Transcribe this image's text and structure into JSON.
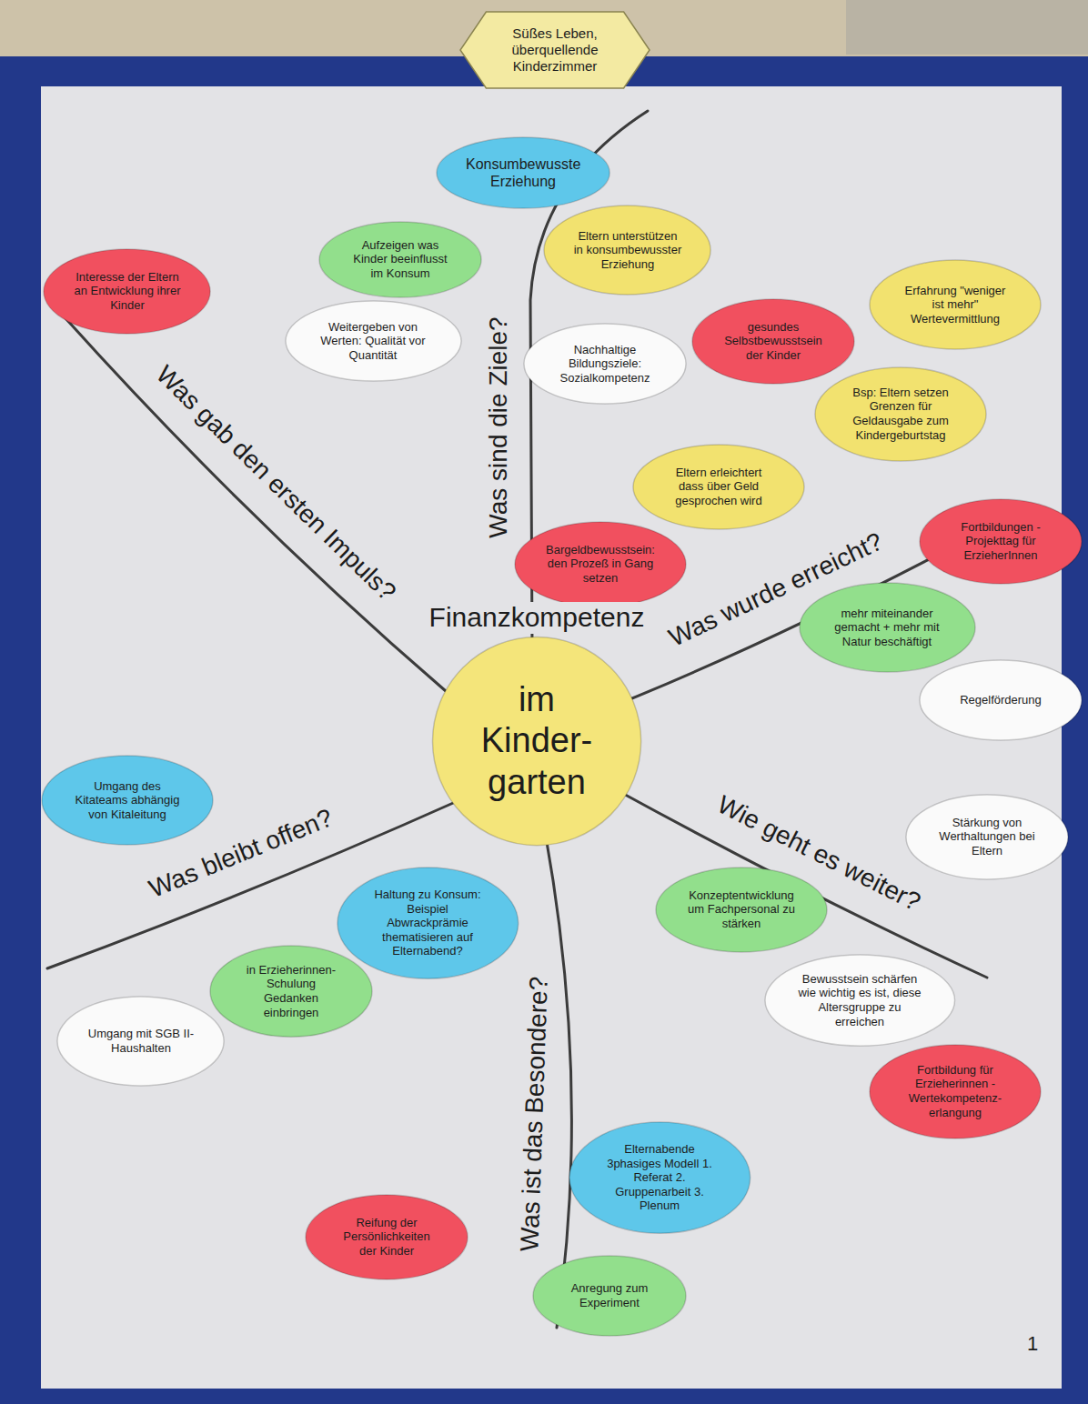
{
  "diagram": {
    "nodes": [
      {
        "text": [
          "Süßes Leben, überquellende Kinderzimmer"
        ]
      },
      {
        "text": [
          "Konsumbewusste Erziehung"
        ]
      },
      {
        "text": [
          "Aufzeigen was Kinder beeinflusst im Konsum"
        ]
      },
      {
        "text": [
          "Eltern unterstützen in konsumbewusster Erziehung"
        ]
      },
      {
        "text": [
          "Interesse der Eltern an Entwicklung ihrer Kinder"
        ]
      },
      {
        "text": [
          "Erfahrung \"weniger ist mehr\" Wertevermittlung"
        ]
      },
      {
        "text": [
          "gesundes Selbstbewusstsein der Kinder"
        ]
      },
      {
        "text": [
          "Weitergeben von Werten: Qualität vor Quantität"
        ]
      },
      {
        "text": [
          "Nachhaltige Bildungsziele: Sozialkompetenz"
        ]
      },
      {
        "text": [
          "Bsp: Eltern setzen Grenzen für Geldausgabe zum Kindergeburtstag"
        ]
      },
      {
        "text": [
          "Eltern erleichtert dass über Geld gesprochen wird"
        ]
      },
      {
        "text": [
          "Bargeldbewusstsein: den Prozeß in Gang setzen"
        ]
      },
      {
        "text": [
          "Fortbildungen - Projekttag für ErzieherInnen"
        ]
      },
      {
        "text": [
          "mehr miteinander gemacht + mehr mit Natur beschäftigt"
        ]
      },
      {
        "text": [
          "Regelförderung"
        ]
      },
      {
        "text": [
          "Finanzkompetenz",
          "im Kinder- garten"
        ]
      },
      {
        "text": [
          "Stärkung von Werthaltungen bei Eltern"
        ]
      },
      {
        "text": [
          "Umgang des Kitateams abhängig von Kitaleitung"
        ]
      },
      {
        "text": [
          "Konzeptentwicklung um Fachpersonal zu stärken"
        ]
      },
      {
        "text": [
          "Haltung zu Konsum: Beispiel Abwrackprämie thematisieren auf Elternabend?"
        ]
      },
      {
        "text": [
          "in Erzieherinnen-Schulung Gedanken einbringen"
        ]
      },
      {
        "text": [
          "Umgang mit SGB II-Haushalten"
        ]
      },
      {
        "text": [
          "Bewusstsein schärfen wie wichtig es ist, diese Altersgruppe zu erreichen"
        ]
      },
      {
        "text": [
          "Fortbildung für Erzieherinnen -Wertekompetenz- erlangung"
        ]
      },
      {
        "text": [
          "Elternabende 3phasiges Modell 1. Referat 2. Gruppenarbeit 3. Plenum"
        ]
      },
      {
        "text": [
          "Reifung der Persönlichkeiten der Kinder"
        ]
      },
      {
        "text": [
          "Anregung zum Experiment"
        ]
      }
    ],
    "labels": [
      "Was gab den ersten Impuls?",
      "Was sind die Ziele?",
      "Was wurde erreicht?",
      "Wie geht es weiter?",
      "Was ist das Besondere?",
      "Was bleibt offen?",
      "1"
    ]
  }
}
